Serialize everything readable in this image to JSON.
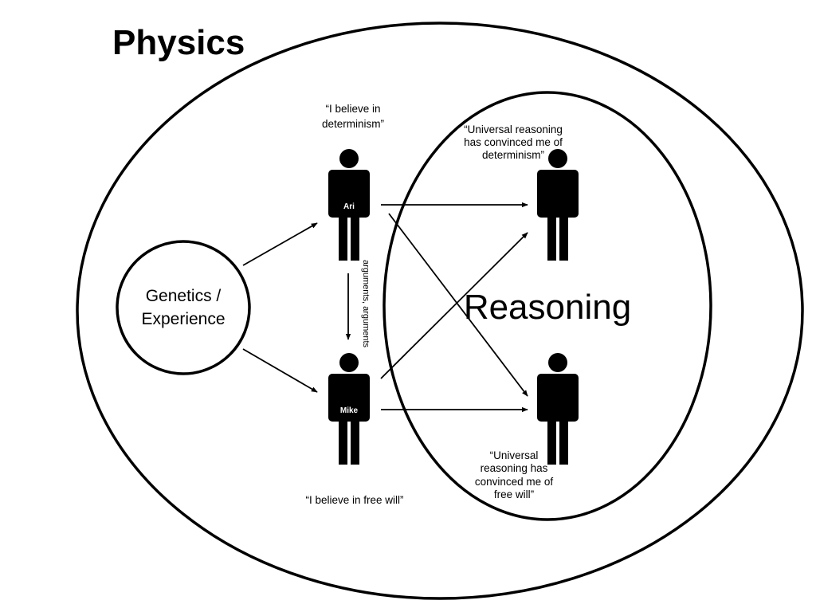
{
  "physics": {
    "title": "Physics"
  },
  "reasoning": {
    "label": "Reasoning"
  },
  "source": {
    "label_line1": "Genetics /",
    "label_line2": "Experience"
  },
  "ari": {
    "name": "Ari",
    "quote_line1": "“I believe in",
    "quote_line2": "determinism”"
  },
  "mike": {
    "name": "Mike",
    "quote_line1": "“I believe in free will”"
  },
  "reasoned_determinism": {
    "quote_line1": "“Universal reasoning",
    "quote_line2": "has convinced me of",
    "quote_line3": "determinism”"
  },
  "reasoned_freewill": {
    "quote_line1": "“Universal",
    "quote_line2": "reasoning has",
    "quote_line3": "convinced me of",
    "quote_line4": "free will”"
  },
  "arguments": {
    "label": "arguments, arguments"
  }
}
